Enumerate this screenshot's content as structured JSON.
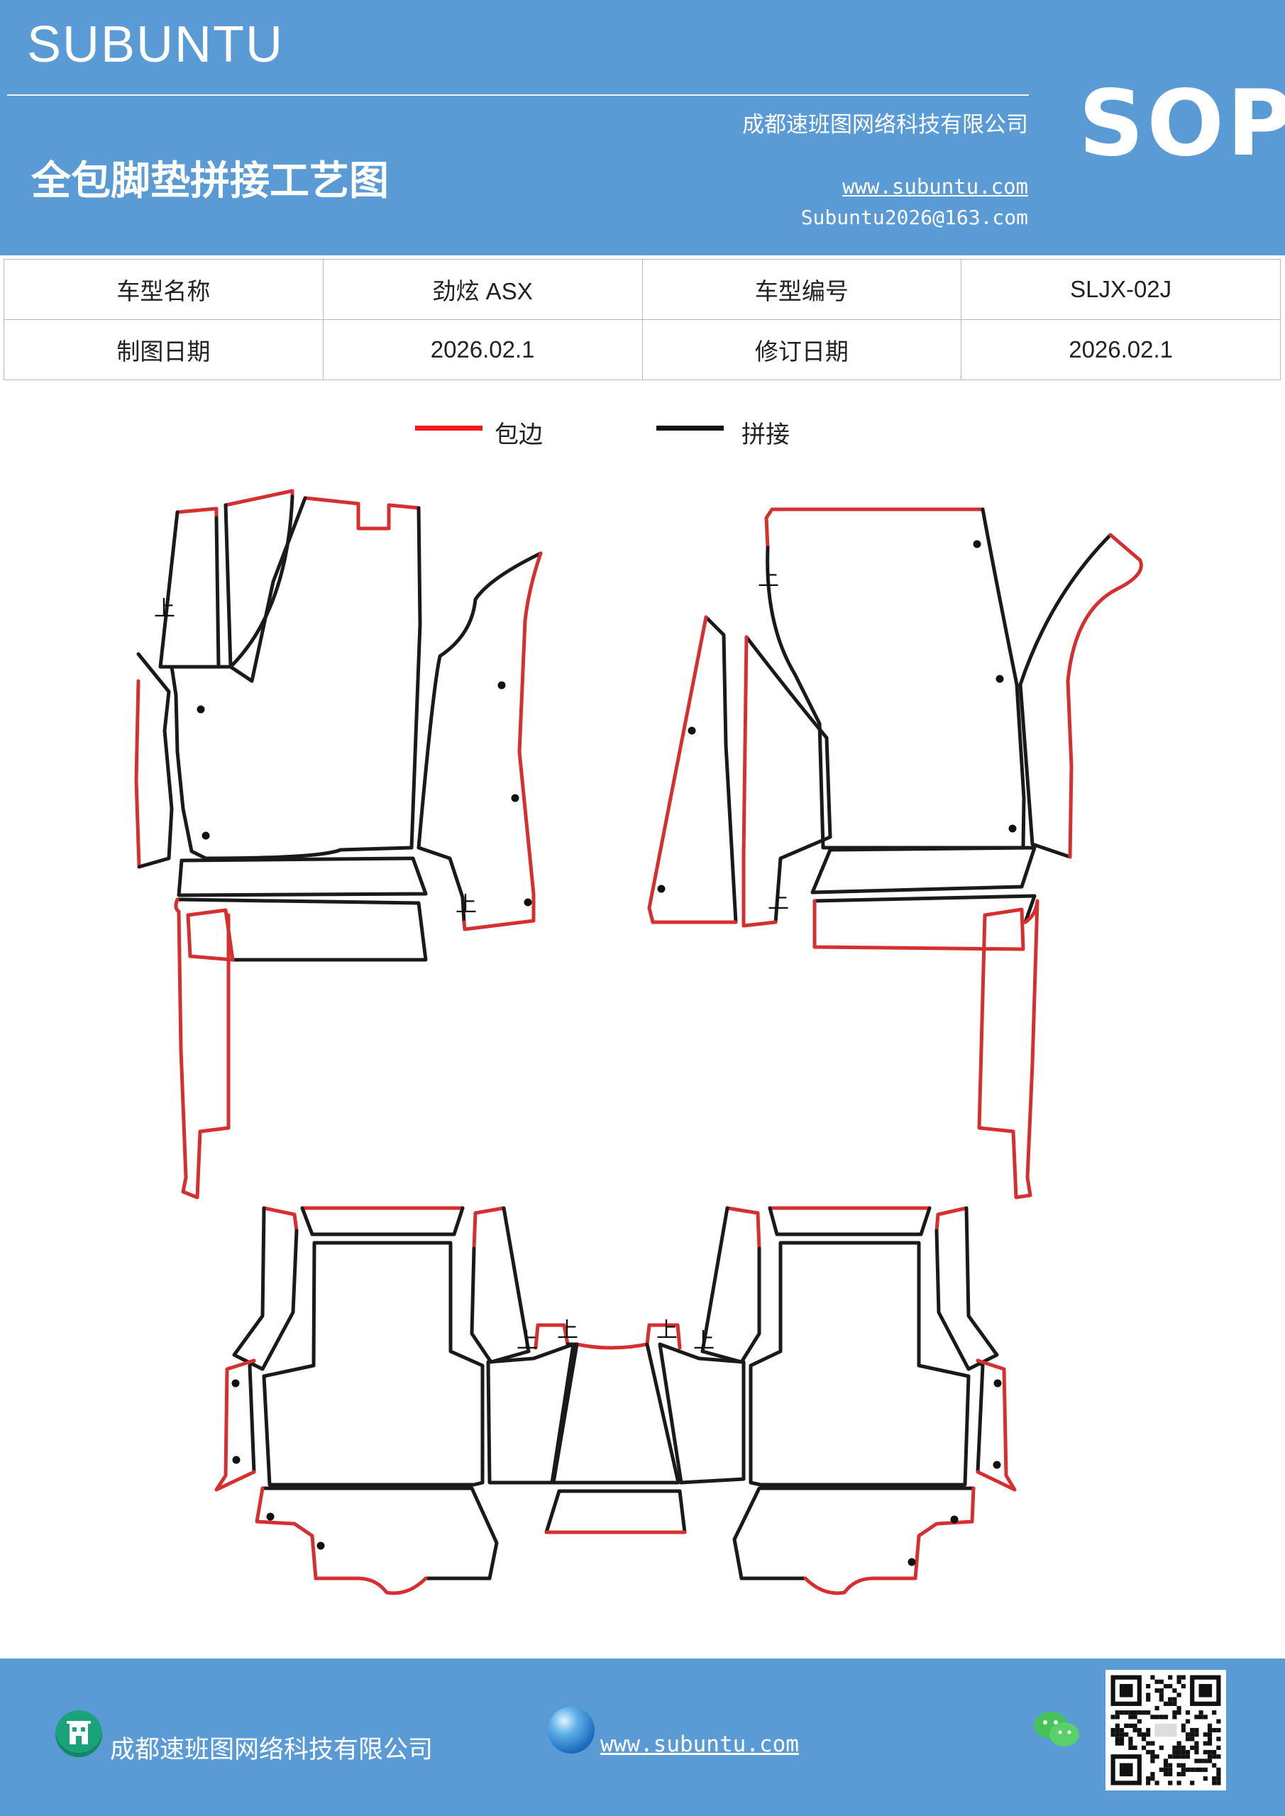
{
  "header": {
    "brand": "SUBUNTU",
    "company": "成都速班图网络科技有限公司",
    "title": "全包脚垫拼接工艺图",
    "website": "www.subuntu.com",
    "email": "Subuntu2026@163.com",
    "badge": "SOP"
  },
  "info_table": {
    "row1": {
      "label1": "车型名称",
      "value1": "劲炫 ASX",
      "label2": "车型编号",
      "value2": "SLJX-02J"
    },
    "row2": {
      "label1": "制图日期",
      "value1": "2026.02.1",
      "label2": "修订日期",
      "value2": "2026.02.1"
    }
  },
  "legend": {
    "edge": {
      "label": "包边",
      "color": "#ee1c1c"
    },
    "joint": {
      "label": "拼接",
      "color": "#111111"
    }
  },
  "diagram": {
    "mark_text": "上",
    "edge_color": "#d62f2f",
    "joint_color": "#1a1a1a"
  },
  "footer": {
    "company": "成都速班图网络科技有限公司",
    "website": "www.subuntu.com",
    "icons": [
      "building-icon",
      "globe-icon",
      "wechat-icon",
      "qr-code"
    ]
  }
}
